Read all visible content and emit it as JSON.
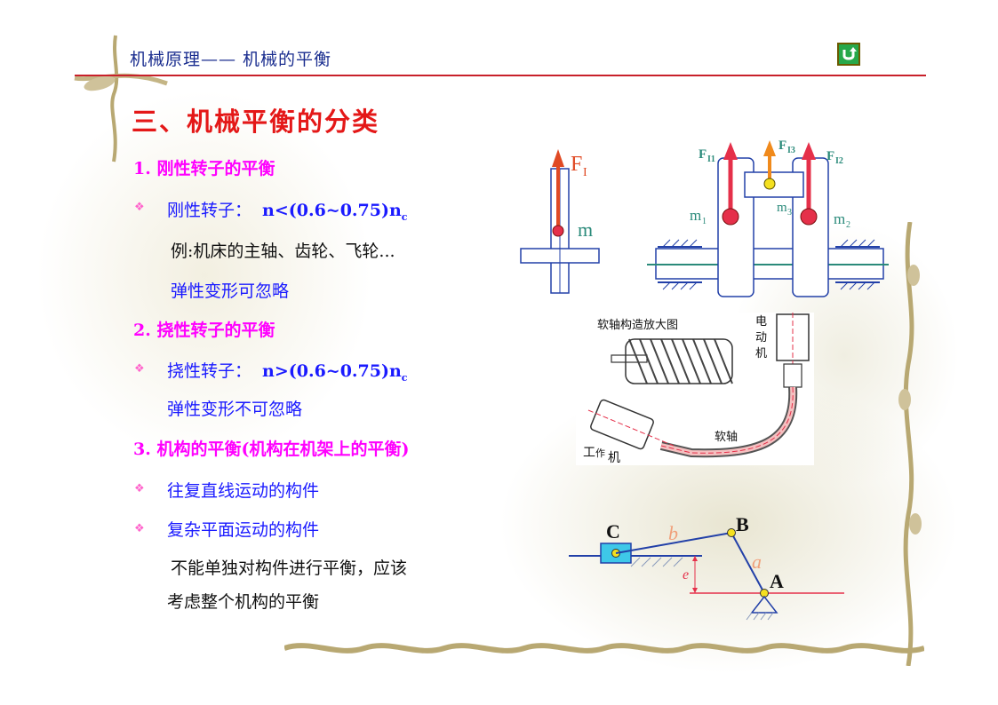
{
  "header": {
    "title": "机械原理—— 机械的平衡"
  },
  "section_title": "三、机械平衡的分类",
  "items": [
    {
      "label": "1. 刚性转子的平衡"
    },
    {
      "label": "刚性转子：",
      "formula": "n<(0.6~0.75)n",
      "sub": "c"
    },
    {
      "label": "例:机床的主轴、齿轮、飞轮..."
    },
    {
      "label": "弹性变形可忽略"
    },
    {
      "label": "2. 挠性转子的平衡"
    },
    {
      "label": "挠性转子：",
      "formula": "n>(0.6~0.75)n",
      "sub": "c"
    },
    {
      "label": "弹性变形不可忽略"
    },
    {
      "label": "3. 机构的平衡(机构在机架上的平衡)"
    },
    {
      "label": "往复直线运动的构件"
    },
    {
      "label": "复杂平面运动的构件"
    },
    {
      "label": "不能单独对构件进行平衡，应该"
    },
    {
      "label": "考虑整个机构的平衡"
    }
  ],
  "bullet_glyph": "❖",
  "fig_single": {
    "force": "F",
    "force_sub": "I",
    "mass": "m"
  },
  "fig_double": {
    "f1": "F",
    "f1_sub": "I1",
    "f2": "F",
    "f2_sub": "I2",
    "f3": "F",
    "f3_sub": "I3",
    "m1": "m",
    "m1_sub": "1",
    "m2": "m",
    "m2_sub": "2",
    "m3": "m",
    "m3_sub": "3"
  },
  "fig_shaft": {
    "zoom_label": "软轴构造放大图",
    "motor_label": [
      "电",
      "动",
      "机"
    ],
    "shaft_label": "软轴",
    "work_label_1": "工",
    "work_label_2": "作",
    "work_label_3": "机"
  },
  "fig_mechanism": {
    "C": "C",
    "B": "B",
    "A": "A",
    "b": "b",
    "a": "a",
    "e": "e"
  },
  "colors": {
    "header_text": "#1a2d8f",
    "rule": "#c8202a",
    "title": "#e41818",
    "magenta": "#ff00ff",
    "blue": "#1a1aff",
    "force_red": "#e5304a",
    "force_orange": "#f08a1c",
    "teal": "#2a8a7a"
  }
}
